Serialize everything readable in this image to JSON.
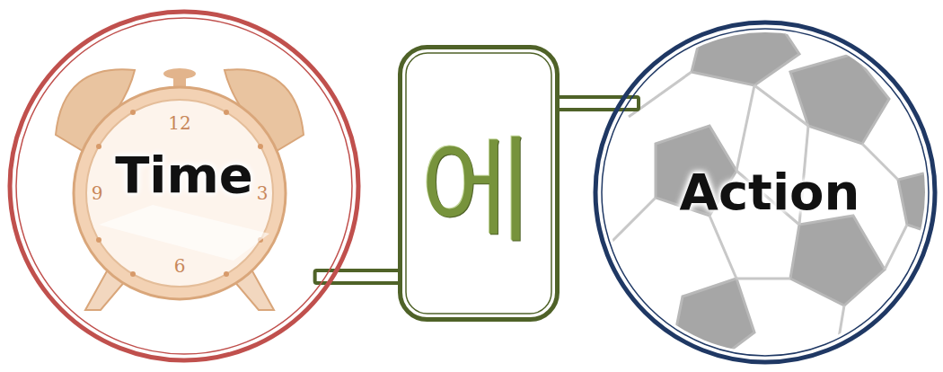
{
  "diagram": {
    "nodes": [
      {
        "text": [
          "Time"
        ]
      },
      {
        "text": [
          "에"
        ]
      },
      {
        "text": [
          "Action"
        ]
      }
    ],
    "edges": [
      {
        "from": 0,
        "to": 1,
        "arrow": "none"
      },
      {
        "from": 1,
        "to": 2,
        "arrow": "none"
      }
    ],
    "labels": [
      "12",
      "3",
      "6",
      "9"
    ]
  }
}
